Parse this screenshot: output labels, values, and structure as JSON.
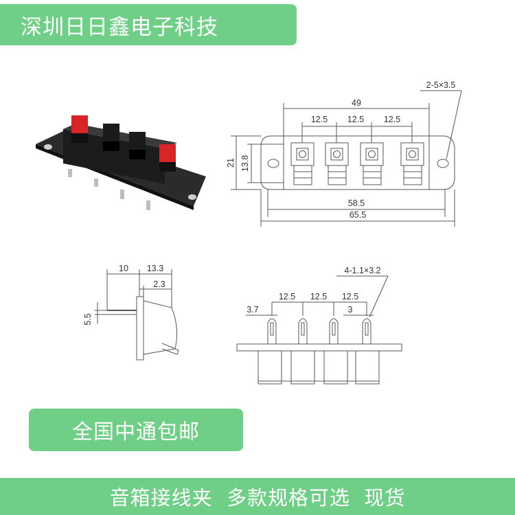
{
  "banners": {
    "top": "深圳日日鑫电子科技",
    "middle": "全国中通包邮",
    "bottom": "音箱接线夹  多款规格可选  现货"
  },
  "drawing": {
    "top_view": {
      "width_total": "65.5",
      "width_mount": "58.5",
      "width_terminals": "49",
      "pitch_1": "12.5",
      "pitch_2": "12.5",
      "pitch_3": "12.5",
      "height": "21",
      "height_inner": "13.8",
      "holes": "2-5×3.5"
    },
    "side_view": {
      "pin_length": "10",
      "body_depth": "13.3",
      "flange": "2.3",
      "height": "5.5"
    },
    "bottom_view": {
      "pins": "4-1.1×3.2",
      "offset": "3.7",
      "pitch_1": "12.5",
      "pitch_2": "12.5",
      "pitch_3": "12.5",
      "tab": "3"
    }
  },
  "colors": {
    "banner_green": "#6fcf86",
    "terminal_red": "#d8252a",
    "terminal_black": "#1a1a1a"
  }
}
